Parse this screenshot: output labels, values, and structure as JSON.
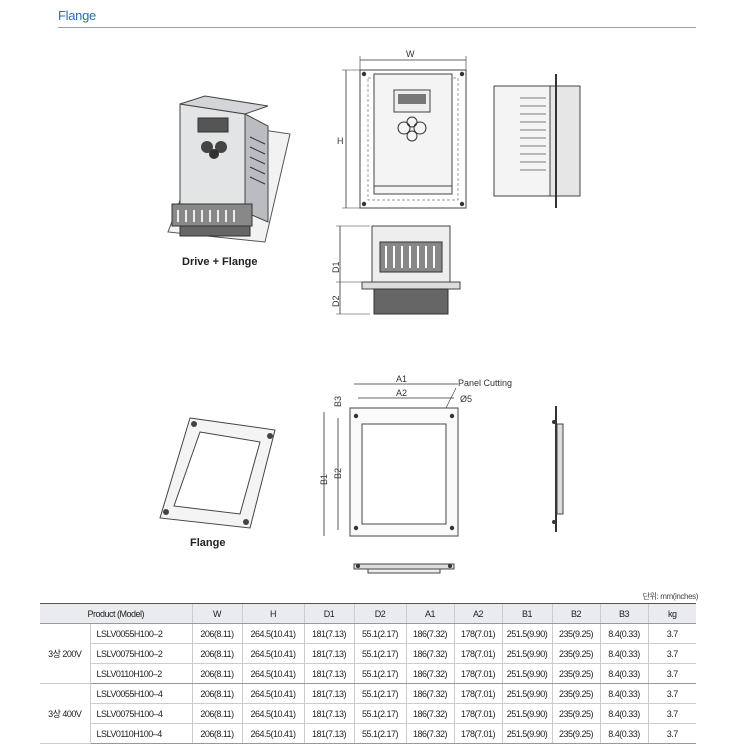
{
  "section_title": "Flange",
  "captions": {
    "drive_flange": "Drive + Flange",
    "flange": "Flange"
  },
  "dim_labels": {
    "w": "W",
    "h": "H",
    "d1": "D1",
    "d2": "D2",
    "a1": "A1",
    "a2": "A2",
    "b1": "B1",
    "b2": "B2",
    "b3": "B3",
    "panel_cutting": "Panel Cutting",
    "hole": "Ø5"
  },
  "unit_note": "단위: mm(inches)",
  "table": {
    "headers": [
      "Product (Model)",
      "W",
      "H",
      "D1",
      "D2",
      "A1",
      "A2",
      "B1",
      "B2",
      "B3",
      "kg"
    ],
    "groups": [
      {
        "voltage": "3상 200V",
        "rows": [
          [
            "LSLV0055H100–2",
            "206(8.11)",
            "264.5(10.41)",
            "181(7.13)",
            "55.1(2.17)",
            "186(7.32)",
            "178(7.01)",
            "251.5(9.90)",
            "235(9.25)",
            "8.4(0.33)",
            "3.7"
          ],
          [
            "LSLV0075H100–2",
            "206(8.11)",
            "264.5(10.41)",
            "181(7.13)",
            "55.1(2.17)",
            "186(7.32)",
            "178(7.01)",
            "251.5(9.90)",
            "235(9.25)",
            "8.4(0.33)",
            "3.7"
          ],
          [
            "LSLV0110H100–2",
            "206(8.11)",
            "264.5(10.41)",
            "181(7.13)",
            "55.1(2.17)",
            "186(7.32)",
            "178(7.01)",
            "251.5(9.90)",
            "235(9.25)",
            "8.4(0.33)",
            "3.7"
          ]
        ]
      },
      {
        "voltage": "3상 400V",
        "rows": [
          [
            "LSLV0055H100–4",
            "206(8.11)",
            "264.5(10.41)",
            "181(7.13)",
            "55.1(2.17)",
            "186(7.32)",
            "178(7.01)",
            "251.5(9.90)",
            "235(9.25)",
            "8.4(0.33)",
            "3.7"
          ],
          [
            "LSLV0075H100–4",
            "206(8.11)",
            "264.5(10.41)",
            "181(7.13)",
            "55.1(2.17)",
            "186(7.32)",
            "178(7.01)",
            "251.5(9.90)",
            "235(9.25)",
            "8.4(0.33)",
            "3.7"
          ],
          [
            "LSLV0110H100–4",
            "206(8.11)",
            "264.5(10.41)",
            "181(7.13)",
            "55.1(2.17)",
            "186(7.32)",
            "178(7.01)",
            "251.5(9.90)",
            "235(9.25)",
            "8.4(0.33)",
            "3.7"
          ]
        ]
      }
    ]
  }
}
